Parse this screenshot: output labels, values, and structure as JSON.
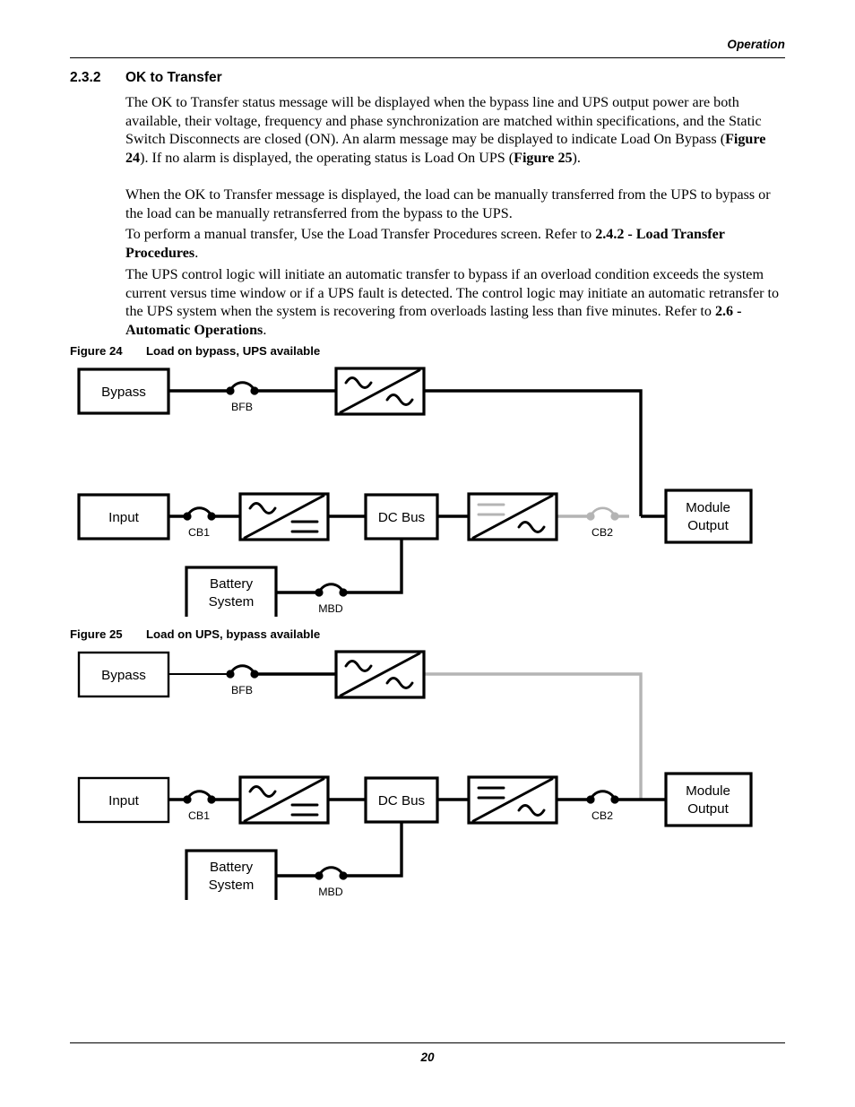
{
  "header": {
    "title": "Operation"
  },
  "section": {
    "number": "2.3.2",
    "title": "OK to Transfer"
  },
  "paragraphs": [
    {
      "id": "p1",
      "runs": [
        {
          "t": "The OK to Transfer status message will be displayed when the bypass line and UPS output power are both available, their voltage, frequency and phase synchronization are matched within specifications, and the Static Switch Disconnects are closed (ON). An alarm message may be displayed to indicate Load On Bypass (",
          "b": false
        },
        {
          "t": "Figure 24",
          "b": true
        },
        {
          "t": "). If no alarm is displayed, the operating status is Load On UPS (",
          "b": false
        },
        {
          "t": "Figure 25",
          "b": true
        },
        {
          "t": ").",
          "b": false
        }
      ]
    },
    {
      "id": "p2",
      "runs": [
        {
          "t": "When the OK to Transfer message is displayed, the load can be manually transferred from the UPS to bypass or the load can be manually retransferred from the bypass to the UPS.",
          "b": false
        }
      ]
    },
    {
      "id": "p3",
      "runs": [
        {
          "t": "To perform a manual transfer, Use the Load Transfer Procedures screen. Refer to ",
          "b": false
        },
        {
          "t": "2.4.2 - Load Transfer Procedures",
          "b": true
        },
        {
          "t": ".",
          "b": false
        }
      ]
    },
    {
      "id": "p4",
      "runs": [
        {
          "t": "The UPS control logic will initiate an automatic transfer to bypass if an overload condition exceeds the system current versus time window or if a UPS fault is detected. The control logic may initiate an automatic retransfer to the UPS system when the system is recovering from overloads lasting less than five minutes. Refer to ",
          "b": false
        },
        {
          "t": "2.6 - Automatic Operations",
          "b": true
        },
        {
          "t": ".",
          "b": false
        }
      ]
    }
  ],
  "figures": [
    {
      "label": "Figure 24",
      "title": "Load on bypass, UPS available",
      "active_path": "bypass",
      "boxes": {
        "bypass": "Bypass",
        "input": "Input",
        "dc_bus": "DC Bus",
        "battery_line1": "Battery",
        "battery_line2": "System",
        "module_line1": "Module",
        "module_line2": "Output"
      },
      "breakers": {
        "bfb": "BFB",
        "cb1": "CB1",
        "cb2": "CB2",
        "mbd": "MBD"
      },
      "converters": {
        "bypass_converter": "ac-ac-static-switch",
        "rectifier": "ac-dc-rectifier",
        "inverter": "dc-ac-inverter"
      }
    },
    {
      "label": "Figure 25",
      "title": "Load on UPS, bypass available",
      "active_path": "ups",
      "boxes": {
        "bypass": "Bypass",
        "input": "Input",
        "dc_bus": "DC Bus",
        "battery_line1": "Battery",
        "battery_line2": "System",
        "module_line1": "Module",
        "module_line2": "Output"
      },
      "breakers": {
        "bfb": "BFB",
        "cb1": "CB1",
        "cb2": "CB2",
        "mbd": "MBD"
      },
      "converters": {
        "bypass_converter": "ac-ac-static-switch",
        "rectifier": "ac-dc-rectifier",
        "inverter": "dc-ac-inverter"
      }
    }
  ],
  "footer": {
    "page_number": "20"
  },
  "colors": {
    "ink": "#000000",
    "inactive": "#b4b4b4",
    "paper": "#ffffff"
  }
}
